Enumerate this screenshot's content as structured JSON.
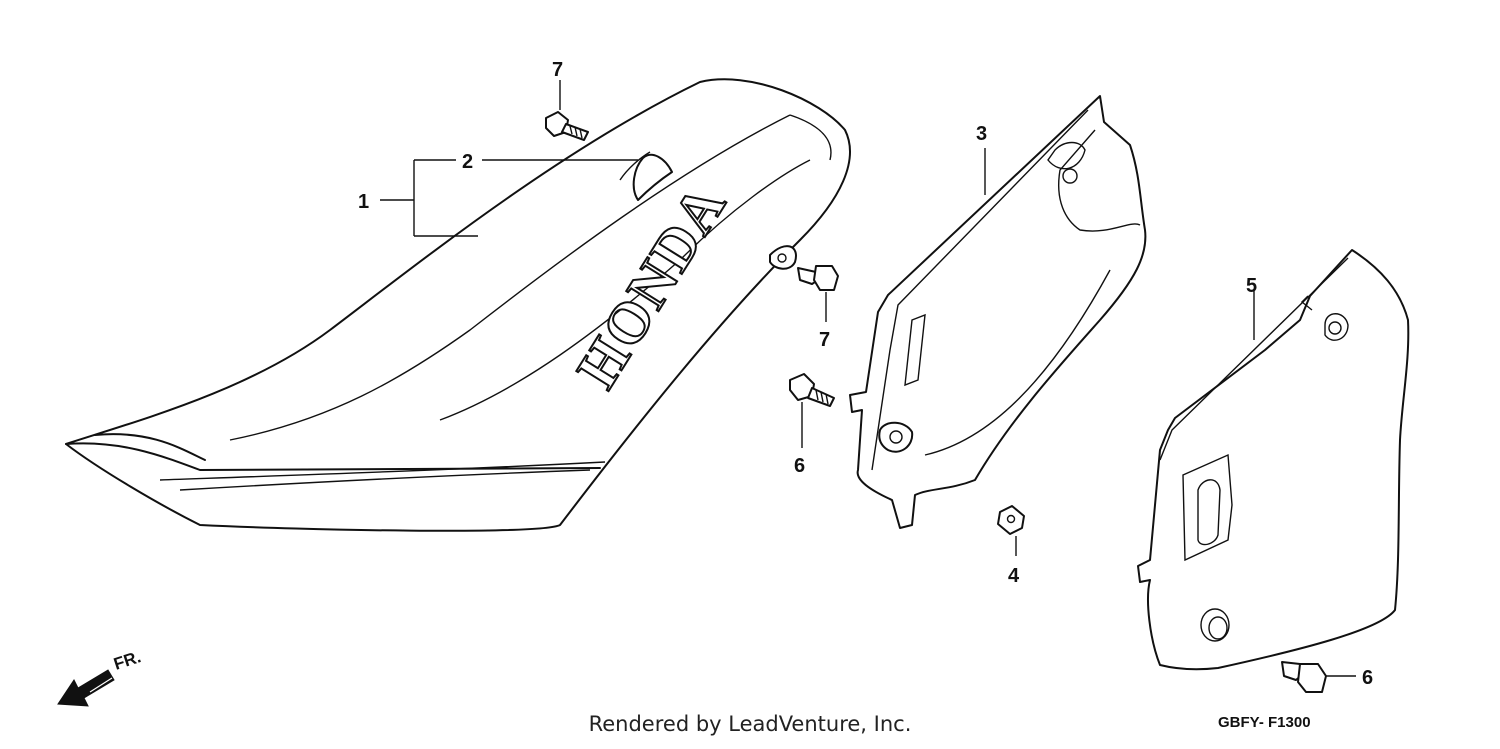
{
  "diagram": {
    "brand_text": "HONDA",
    "direction_label": "FR.",
    "diagram_code": "GBFY- F1300",
    "footer": "Rendered by LeadVenture, Inc.",
    "callouts": {
      "seat": "1",
      "seat_emblem": "2",
      "left_side_cover": "3",
      "clip_nut": "4",
      "right_side_cover": "5",
      "bolt_6_left": "6",
      "bolt_6_right": "6",
      "bolt_7_top": "7",
      "bolt_7_mid": "7"
    }
  }
}
